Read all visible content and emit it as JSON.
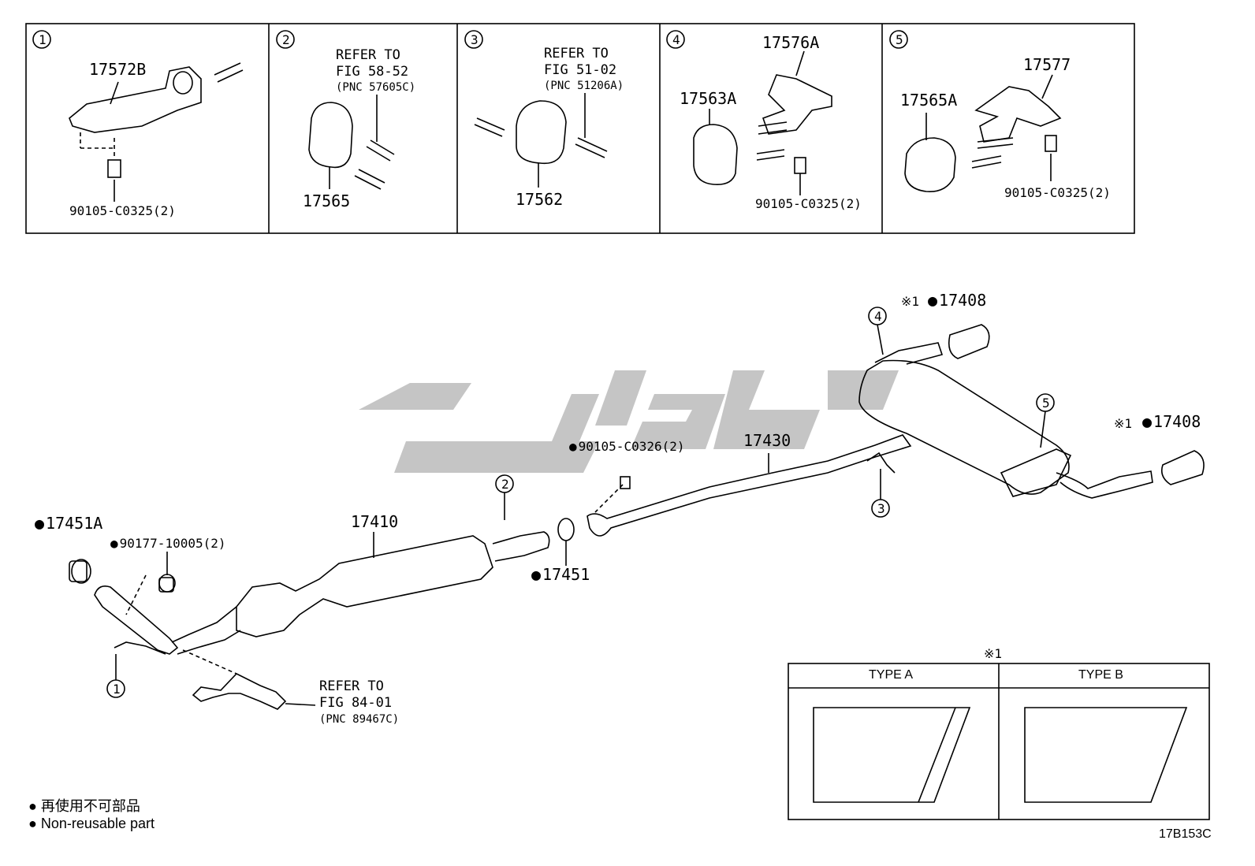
{
  "panels": [
    {
      "num": "1",
      "part": "17572B",
      "bolt": "90105-C0325(2)"
    },
    {
      "num": "2",
      "refer": "REFER TO",
      "fig": "FIG 58-52",
      "pnc": "(PNC 57605C)",
      "part": "17565"
    },
    {
      "num": "3",
      "refer": "REFER TO",
      "fig": "FIG 51-02",
      "pnc": "(PNC 51206A)",
      "part": "17562"
    },
    {
      "num": "4",
      "part_a": "17576A",
      "part_b": "17563A",
      "bolt": "90105-C0325(2)"
    },
    {
      "num": "5",
      "part_a": "17577",
      "part_b": "17565A",
      "bolt": "90105-C0325(2)"
    }
  ],
  "main": {
    "callout_1": "1",
    "callout_2": "2",
    "callout_3": "3",
    "callout_4": "4",
    "callout_5": "5",
    "p17451A": "17451A",
    "p90177": "90177-10005(2)",
    "p17410": "17410",
    "p17451": "17451",
    "p90105_c0326": "90105-C0326(2)",
    "p17430": "17430",
    "note_mark": "※1",
    "p17408": "17408",
    "sensor_refer": "REFER TO",
    "sensor_fig": "FIG 84-01",
    "sensor_pnc": "(PNC 89467C)"
  },
  "type_table": {
    "mark": "※1",
    "type_a": "TYPE A",
    "type_b": "TYPE B"
  },
  "legend": {
    "line_jp": "再使用不可部品",
    "line_en": "Non-reusable part"
  },
  "figure_id": "17B153C"
}
